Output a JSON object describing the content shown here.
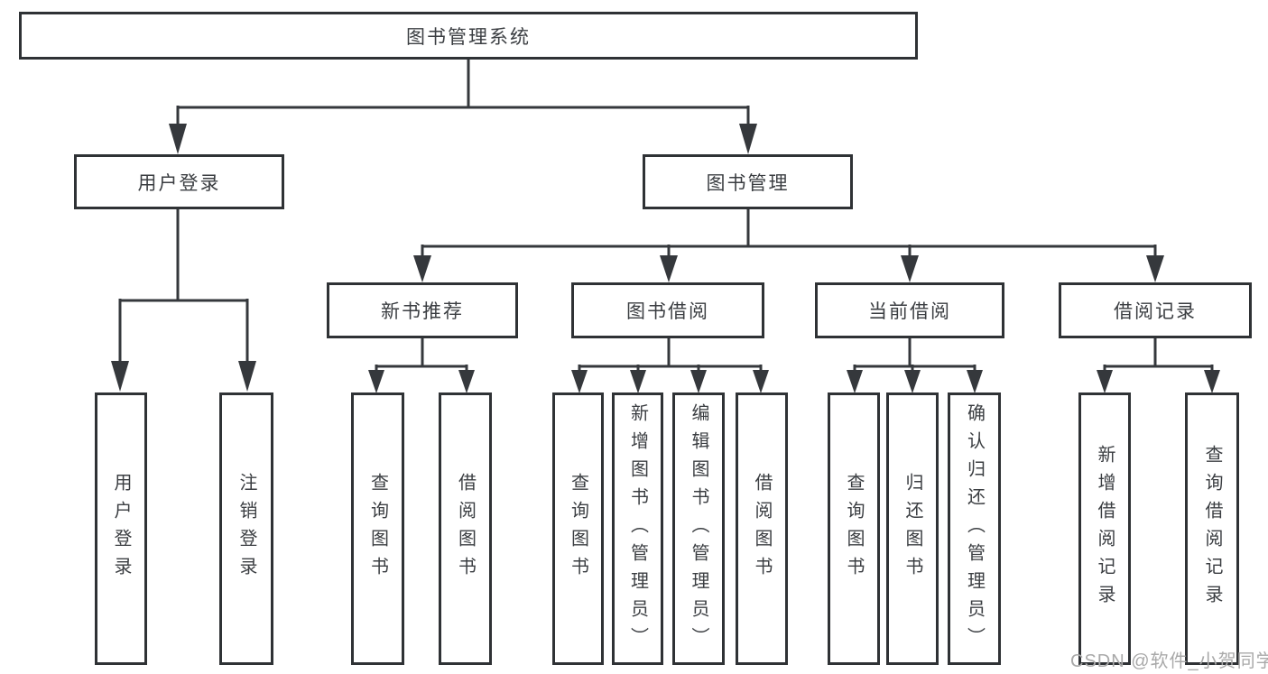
{
  "diagram_title": "图书管理系统",
  "tree": {
    "label": "图书管理系统",
    "children": [
      {
        "label": "用户登录",
        "children": [
          {
            "label": "用户登录"
          },
          {
            "label": "注销登录"
          }
        ]
      },
      {
        "label": "图书管理",
        "children": [
          {
            "label": "新书推荐",
            "children": [
              {
                "label": "查询图书"
              },
              {
                "label": "借阅图书"
              }
            ]
          },
          {
            "label": "图书借阅",
            "children": [
              {
                "label": "查询图书"
              },
              {
                "label": "新增图书（管理员）"
              },
              {
                "label": "编辑图书（管理员）"
              },
              {
                "label": "借阅图书"
              }
            ]
          },
          {
            "label": "当前借阅",
            "children": [
              {
                "label": "查询图书"
              },
              {
                "label": "归还图书"
              },
              {
                "label": "确认归还（管理员）"
              }
            ]
          },
          {
            "label": "借阅记录",
            "children": [
              {
                "label": "新增借阅记录"
              },
              {
                "label": "查询借阅记录"
              }
            ]
          }
        ]
      }
    ]
  },
  "watermark": {
    "text": "CSDN @软件_小贺同学"
  },
  "colors": {
    "line": "#35383c",
    "box_border": "#2f3235",
    "text": "#3b3e42",
    "watermark": "#a9a9a9",
    "background": "#ffffff"
  }
}
